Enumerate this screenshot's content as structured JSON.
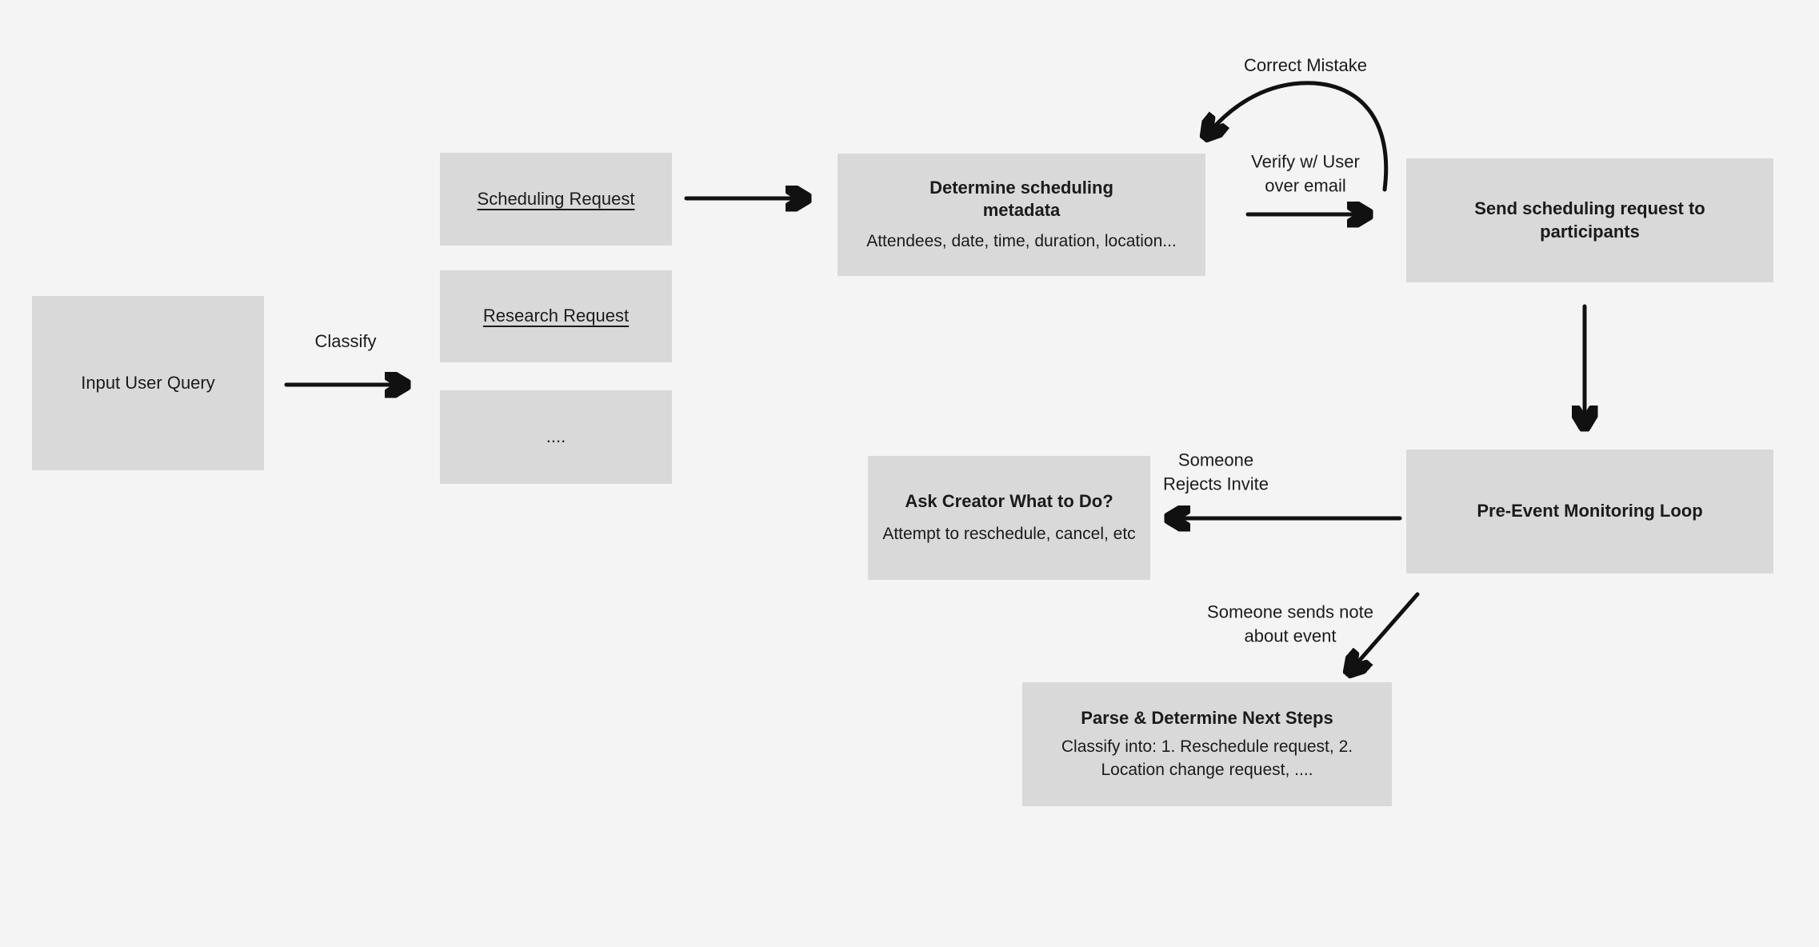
{
  "colors": {
    "canvas_bg": "#F4F4F5",
    "node_fill": "#D9D9D9",
    "text": "#1B1B1B",
    "arrow": "#111111"
  },
  "nodes": {
    "input_query": {
      "label": "Input User Query"
    },
    "scheduling_request": {
      "label": "Scheduling Request"
    },
    "research_request": {
      "label": "Research Request"
    },
    "other_category": {
      "label": "...."
    },
    "determine_metadata": {
      "title": "Determine scheduling\nmetadata",
      "body": "Attendees, date, time, duration, location..."
    },
    "send_request": {
      "title": "Send scheduling request to\nparticipants"
    },
    "pre_event_monitoring": {
      "title": "Pre-Event Monitoring Loop"
    },
    "ask_creator": {
      "title": "Ask Creator What to Do?",
      "body": "Attempt to reschedule, cancel, etc"
    },
    "parse_next_steps": {
      "title": "Parse & Determine Next Steps",
      "body": "Classify into: 1. Reschedule request, 2.\nLocation change request, ...."
    }
  },
  "edge_labels": {
    "classify": "Classify",
    "correct_mistake": "Correct Mistake",
    "verify_user": "Verify w/ User\nover email",
    "someone_rejects": "Someone\nRejects Invite",
    "someone_sends_note": "Someone sends note\nabout event"
  }
}
